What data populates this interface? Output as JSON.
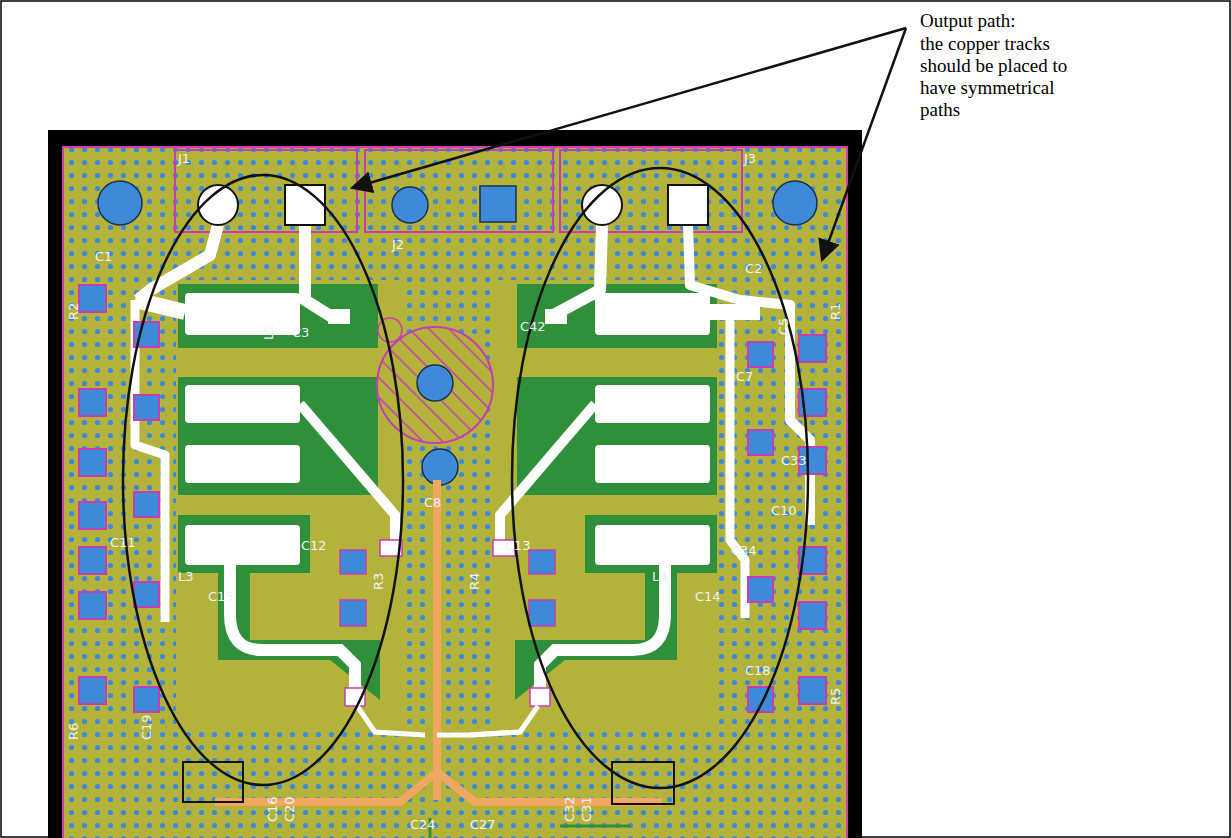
{
  "diagram": {
    "labels": [
      "Output path:",
      "the copper tracks should be placed to have symmetrical paths",
      "J1",
      "J3",
      "J2",
      "C1",
      "R2",
      "L1",
      "C3",
      "C42",
      "C2",
      "R1",
      "C5",
      "C7",
      "C33",
      "C10",
      "C34",
      "C14",
      "C18",
      "R5",
      "C12",
      "R3",
      "C13",
      "R4",
      "C8",
      "L3",
      "L4",
      "C15",
      "C11",
      "R6",
      "C19",
      "C16",
      "C20",
      "C32",
      "C31",
      "C24",
      "C27"
    ]
  }
}
